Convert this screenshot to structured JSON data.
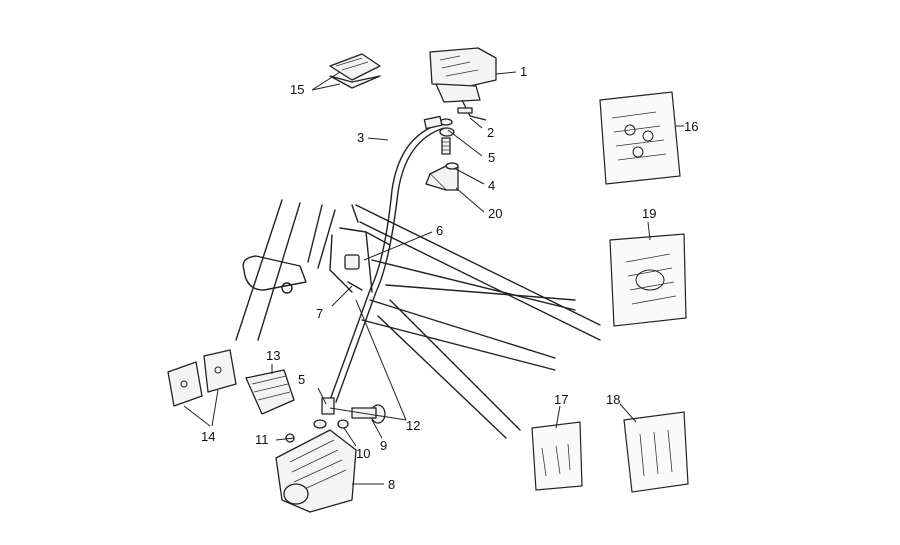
{
  "callouts": [
    {
      "id": "c1",
      "text": "1"
    },
    {
      "id": "c2",
      "text": "2"
    },
    {
      "id": "c3",
      "text": "3"
    },
    {
      "id": "c4",
      "text": "4"
    },
    {
      "id": "c5a",
      "text": "5"
    },
    {
      "id": "c5b",
      "text": "5"
    },
    {
      "id": "c6",
      "text": "6"
    },
    {
      "id": "c7",
      "text": "7"
    },
    {
      "id": "c8",
      "text": "8"
    },
    {
      "id": "c9",
      "text": "9"
    },
    {
      "id": "c10",
      "text": "10"
    },
    {
      "id": "c11",
      "text": "11"
    },
    {
      "id": "c12",
      "text": "12"
    },
    {
      "id": "c13",
      "text": "13"
    },
    {
      "id": "c14",
      "text": "14"
    },
    {
      "id": "c15",
      "text": "15"
    },
    {
      "id": "c16",
      "text": "16"
    },
    {
      "id": "c17",
      "text": "17"
    },
    {
      "id": "c18",
      "text": "18"
    },
    {
      "id": "c19",
      "text": "19"
    },
    {
      "id": "c20",
      "text": "20"
    }
  ]
}
